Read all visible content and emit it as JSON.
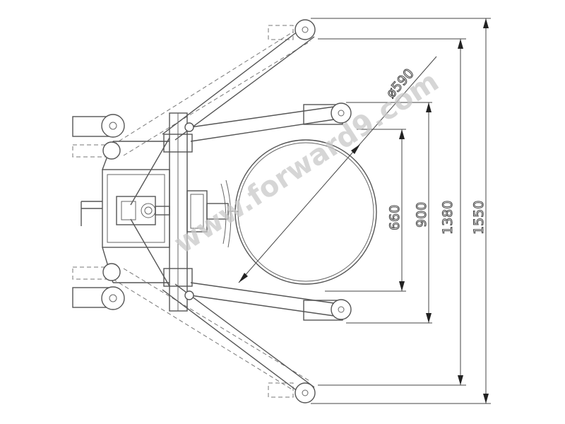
{
  "drawing": {
    "dimensions": {
      "drum_diameter": "ø590",
      "inner_height": "660",
      "wheel_span": "900",
      "retracted_span": "1380",
      "extended_span": "1550"
    },
    "watermark": "www.forward9.com"
  }
}
